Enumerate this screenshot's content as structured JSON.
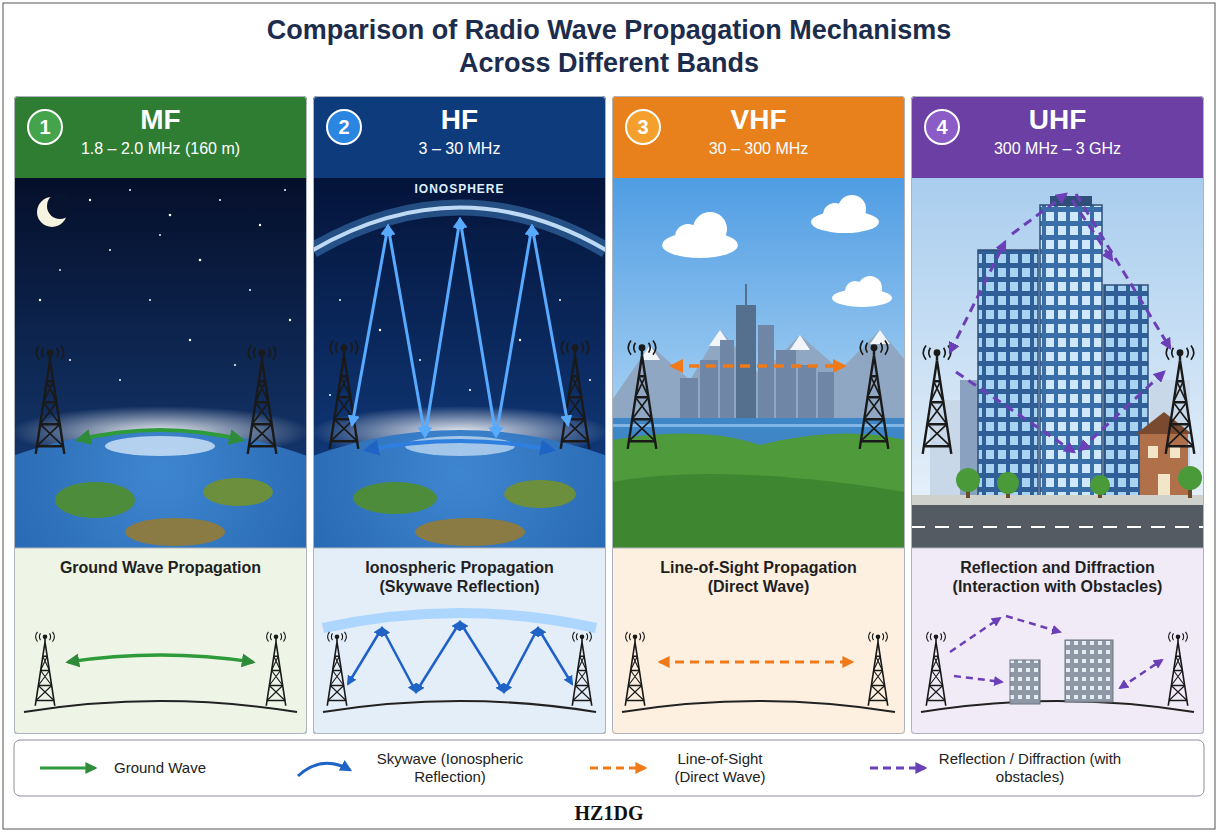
{
  "diagram": {
    "title": "Comparison of Radio Wave Propagation Mechanisms Across Different Bands",
    "caption": "HZ1DG",
    "nodes": [
      {
        "text": [
          "MF",
          "1.8 – 2.0 MHz (160 m)"
        ]
      },
      {
        "text": [
          "1"
        ],
        "in": 0
      },
      {
        "text": [
          "Ground Wave Propagation"
        ],
        "in": 0
      },
      {
        "text": [
          "HF",
          "3 – 30 MHz"
        ]
      },
      {
        "text": [
          "2"
        ],
        "in": 3
      },
      {
        "text": [
          "Ionospheric Propagation (Skywave Reflection)"
        ],
        "in": 3
      },
      {
        "text": [
          "VHF",
          "30 – 300 MHz"
        ]
      },
      {
        "text": [
          "3"
        ],
        "in": 6
      },
      {
        "text": [
          "Line-of-Sight Propagation (Direct Wave)"
        ],
        "in": 6
      },
      {
        "text": [
          "UHF",
          "300 MHz – 3 GHz"
        ]
      },
      {
        "text": [
          "4"
        ],
        "in": 9
      },
      {
        "text": [
          "Reflection and Diffraction (Interaction with Obstacles)"
        ],
        "in": 9
      }
    ],
    "labels": [
      "IONOSPHERE"
    ],
    "legend": [
      {
        "text": "Ground Wave"
      },
      {
        "text": "Skywave (Ionospheric Reflection)"
      },
      {
        "text": "Line-of-Sight (Direct Wave)"
      },
      {
        "text": "Reflection / Diffraction (with obstacles)"
      }
    ]
  }
}
